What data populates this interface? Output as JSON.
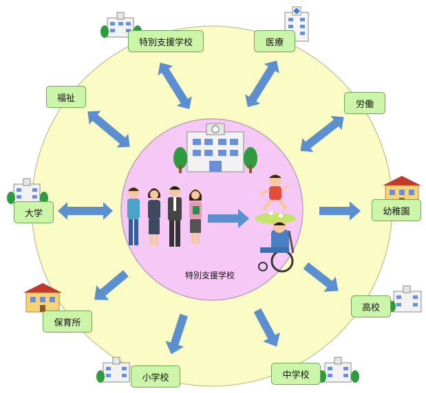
{
  "center": {
    "label": "特別支援学校"
  },
  "nodes": {
    "tokubetsu": "特別支援学校",
    "iryo": "医療",
    "fukushi": "福祉",
    "rodo": "労働",
    "daigaku": "大学",
    "yochien": "幼稚園",
    "hoikusho": "保育所",
    "koko": "高校",
    "shogakko": "小学校",
    "chugakko": "中学校"
  },
  "colors": {
    "outer_ring": "#fbfbc5",
    "inner_circle": "#f6c8f6",
    "node_fill": "#ccf5a9",
    "node_border": "#6aa84f",
    "arrow": "#5b8fcf"
  },
  "icons": {
    "building": "school-building-icon",
    "hospital": "hospital-icon",
    "kindergarten": "kindergarten-building-icon",
    "teachers": "teachers-group-icon",
    "students": "students-icon"
  }
}
